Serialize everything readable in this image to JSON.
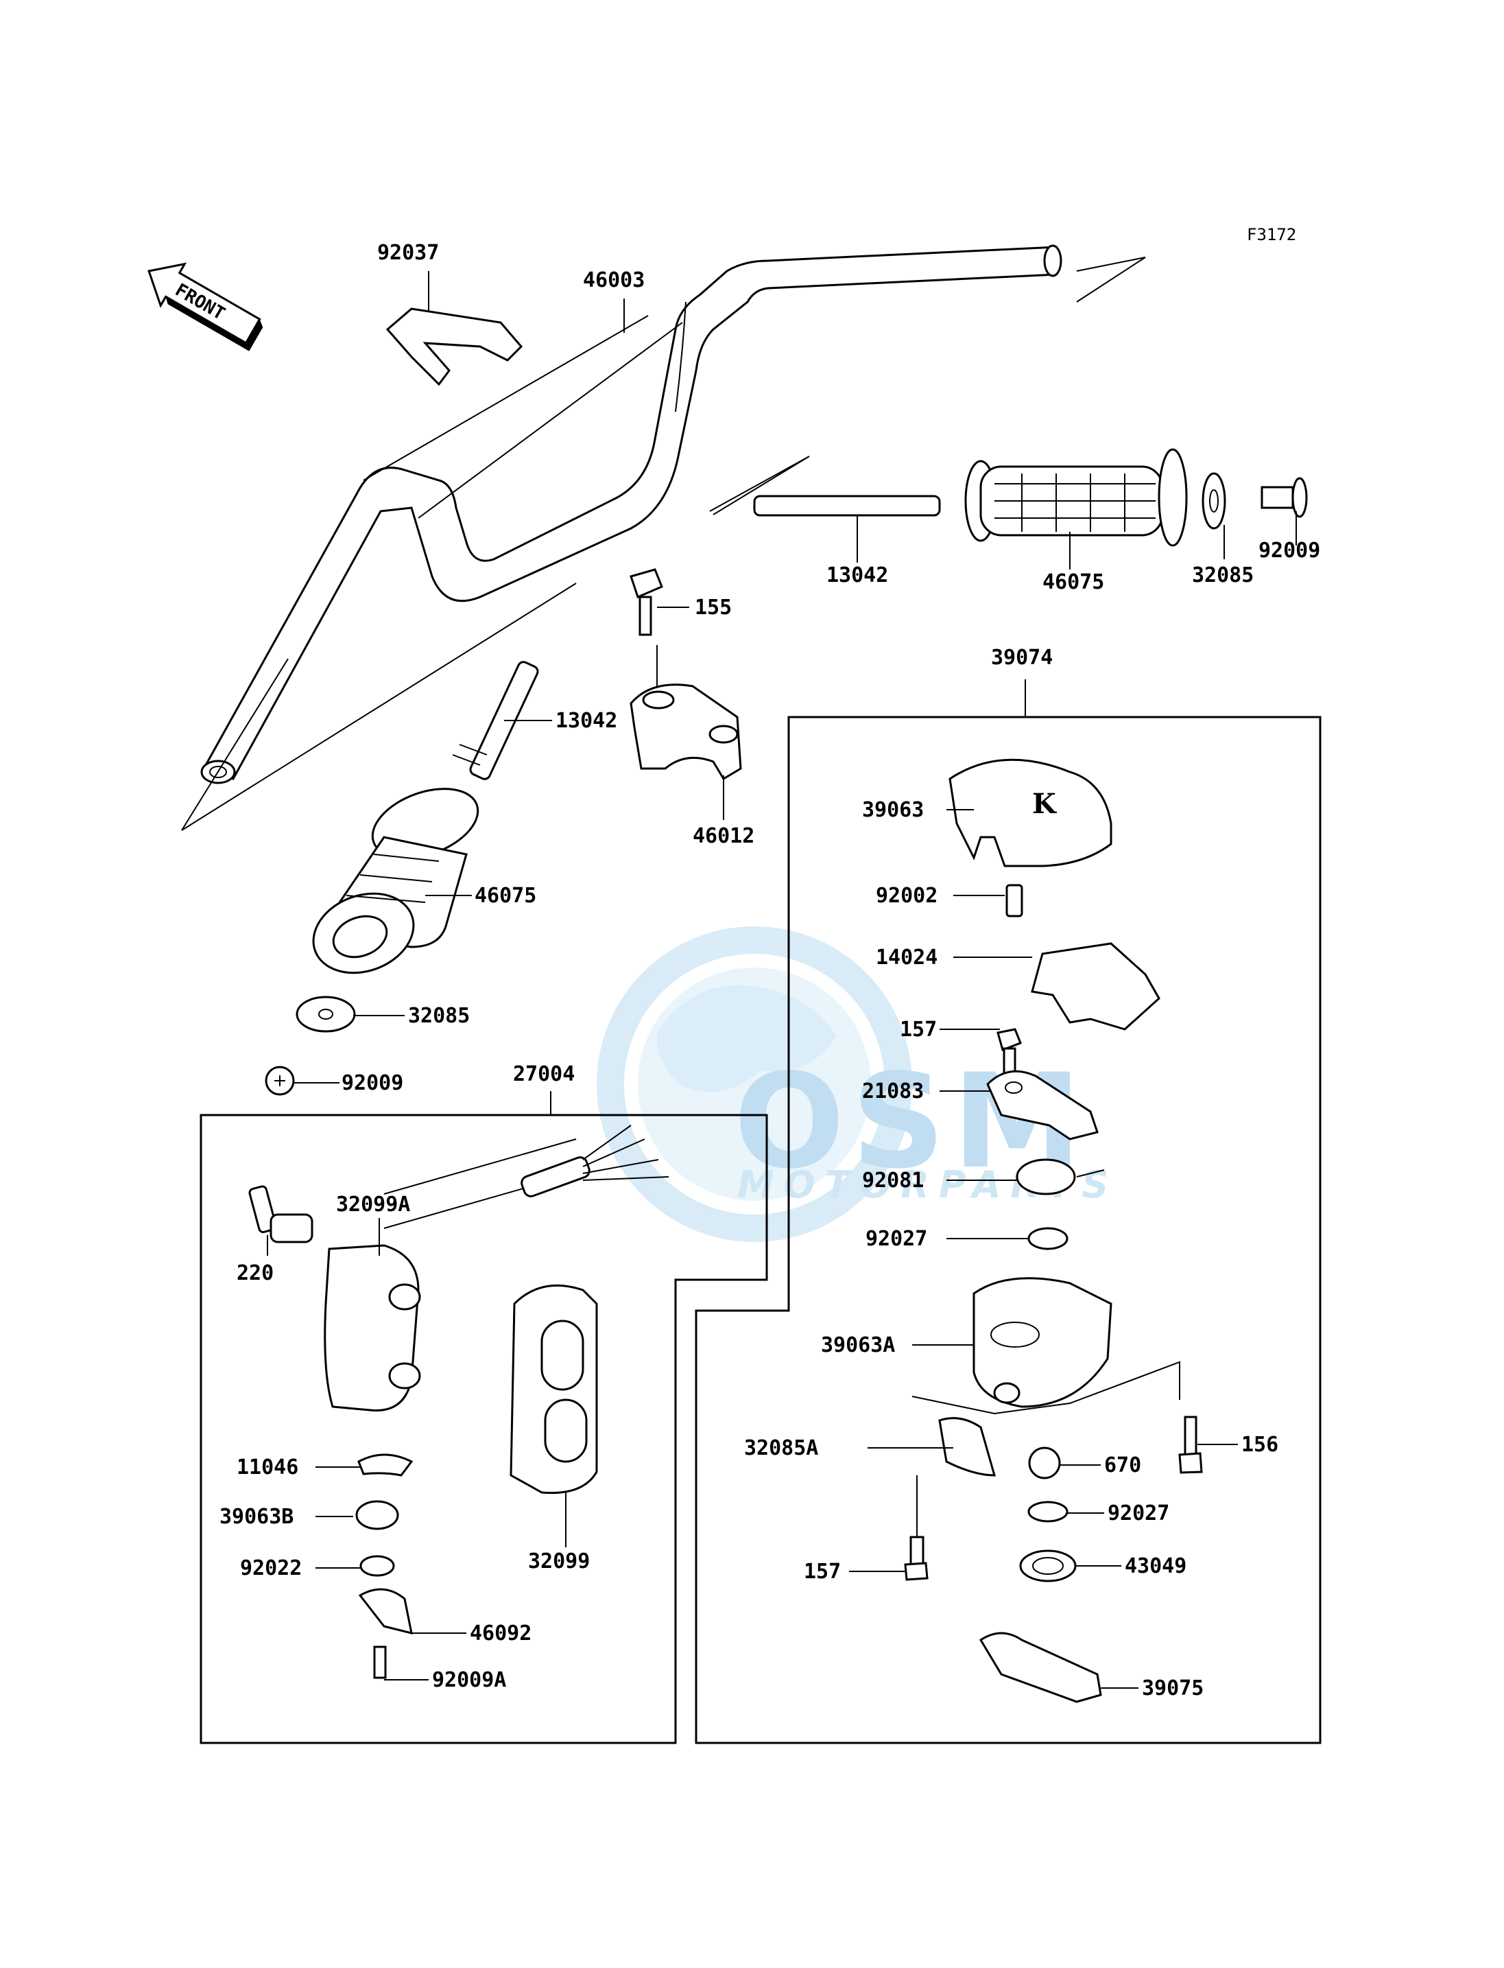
{
  "figure_code": "F3172",
  "front_label": "FRONT",
  "watermark": {
    "logo_text": "OSM",
    "sub_text": "MOTORPARTS",
    "color": "#8fc3e6"
  },
  "parts": {
    "p92037": "92037",
    "p46003": "46003",
    "p13042_r": "13042",
    "p46075_r": "46075",
    "p32085_r": "32085",
    "p92009_r": "92009",
    "p155": "155",
    "p13042_l": "13042",
    "p46012": "46012",
    "p46075_l": "46075",
    "p32085_l": "32085",
    "p92009_l": "92009",
    "p39074": "39074",
    "p39063": "39063",
    "p92002": "92002",
    "p14024": "14024",
    "p157_a": "157",
    "p21083": "21083",
    "p92081": "92081",
    "p92027_a": "92027",
    "p39063A": "39063A",
    "p32085A": "32085A",
    "p670": "670",
    "p156": "156",
    "p92027_b": "92027",
    "p157_b": "157",
    "p43049": "43049",
    "p39075": "39075",
    "p27004": "27004",
    "p32099A": "32099A",
    "p220": "220",
    "p11046": "11046",
    "p39063B": "39063B",
    "p92022": "92022",
    "p46092": "46092",
    "p92009A": "92009A",
    "p32099": "32099"
  }
}
